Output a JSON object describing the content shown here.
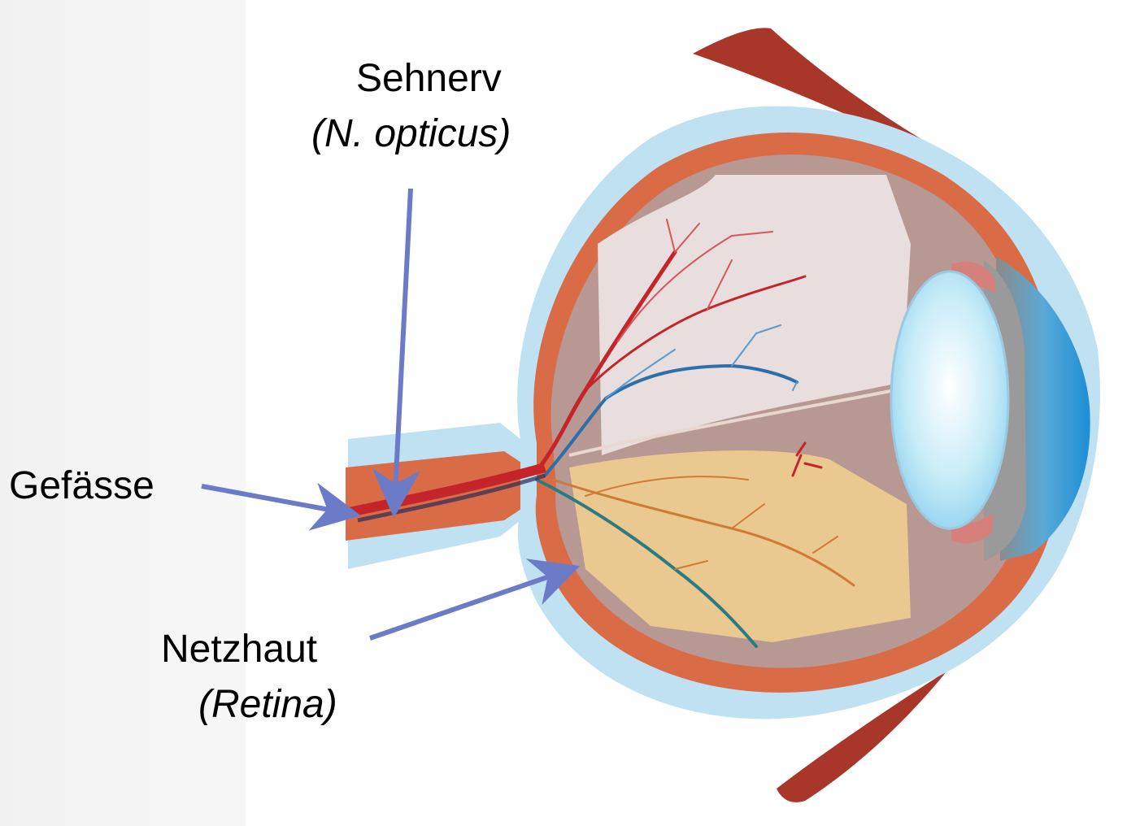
{
  "labels": {
    "optic_nerve": "Sehnerv",
    "optic_nerve_latin": "(N. opticus)",
    "vessels": "Gefässe",
    "retina": "Netzhaut",
    "retina_latin": "(Retina)"
  },
  "colors": {
    "arrow": "#6b7bc8",
    "sclera_outer": "#bfe1f1",
    "choroid": "#d96b47",
    "interior": "#b89893",
    "fundus_light": "#e8dede",
    "fundus_yellow": "#e9c98f",
    "artery": "#c4252a",
    "vein": "#2d6fa8",
    "lens": "#bfe6f5",
    "cornea": "#4aa6df",
    "muscle": "#a8372a"
  }
}
